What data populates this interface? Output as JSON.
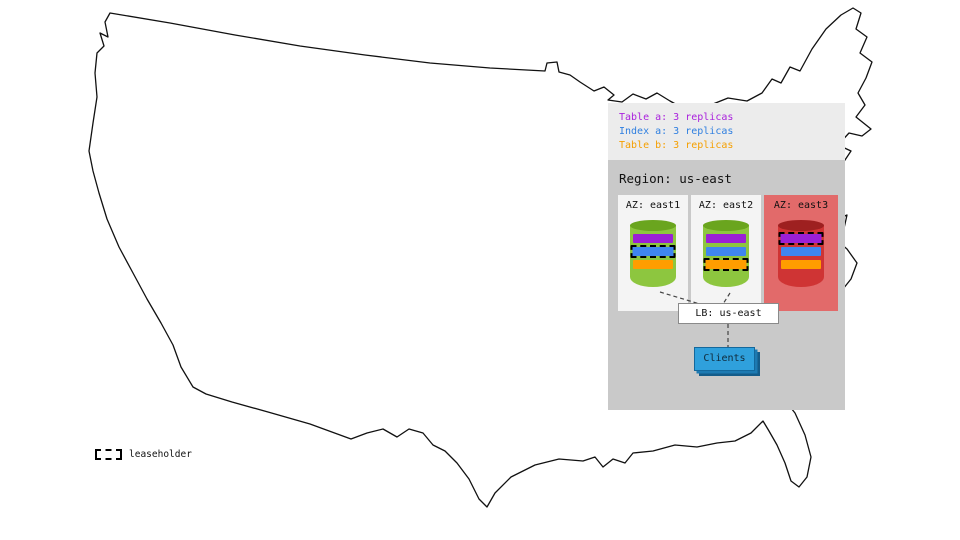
{
  "replica_legend": {
    "items": [
      {
        "label": "Table a: 3 replicas",
        "color": "#aa22dd"
      },
      {
        "label": "Index a: 3 replicas",
        "color": "#2f7fe0"
      },
      {
        "label": "Table b: 3 replicas",
        "color": "#f59f00"
      }
    ]
  },
  "region": {
    "title": "Region: us-east",
    "azs": [
      {
        "label": "AZ: east1",
        "bg": "#f4f4f4",
        "cylinder": {
          "body": "#8dc63f",
          "top": "#6aa51e"
        },
        "replicas": [
          {
            "name": "table-a",
            "color": "#9b1fd6",
            "leaseholder": false
          },
          {
            "name": "index-a",
            "color": "#3f86f0",
            "leaseholder": true
          },
          {
            "name": "table-b",
            "color": "#ff9d00",
            "leaseholder": false
          }
        ]
      },
      {
        "label": "AZ: east2",
        "bg": "#f4f4f4",
        "cylinder": {
          "body": "#8dc63f",
          "top": "#6aa51e"
        },
        "replicas": [
          {
            "name": "table-a",
            "color": "#9b1fd6",
            "leaseholder": false
          },
          {
            "name": "index-a",
            "color": "#3f86f0",
            "leaseholder": false
          },
          {
            "name": "table-b",
            "color": "#ff9d00",
            "leaseholder": true
          }
        ]
      },
      {
        "label": "AZ: east3",
        "bg": "#e26a6a",
        "cylinder": {
          "body": "#cf3434",
          "top": "#9e2020"
        },
        "replicas": [
          {
            "name": "table-a",
            "color": "#9b1fd6",
            "leaseholder": true
          },
          {
            "name": "index-a",
            "color": "#3f86f0",
            "leaseholder": false
          },
          {
            "name": "table-b",
            "color": "#ff9d00",
            "leaseholder": false
          }
        ]
      }
    ],
    "load_balancer": {
      "label": "LB: us-east"
    },
    "clients": {
      "label": "Clients",
      "color": "#2fa0dc"
    }
  },
  "map_legend": {
    "leaseholder_label": "leaseholder"
  }
}
